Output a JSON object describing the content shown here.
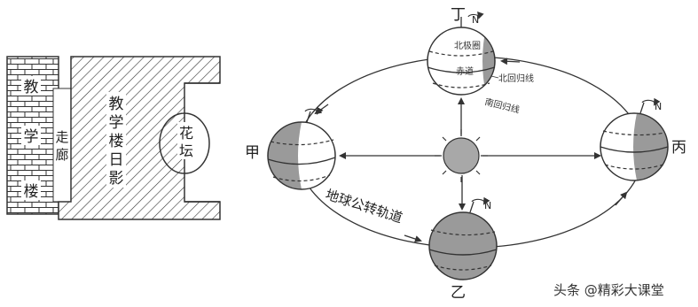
{
  "left_diagram": {
    "building_chars": [
      "教",
      "学",
      "楼"
    ],
    "corridor_chars": [
      "走",
      "廊"
    ],
    "shadow_chars": [
      "教",
      "学",
      "楼",
      "日",
      "影"
    ],
    "garden_chars": [
      "花",
      "坛"
    ]
  },
  "right_diagram": {
    "positions": {
      "top": "丁",
      "left": "甲",
      "right": "丙",
      "bottom": "乙"
    },
    "orbit_label": "地球公转轨道",
    "axis_symbol": "N",
    "globe_labels": {
      "arctic_circle": "北极圈",
      "equator": "赤道",
      "tropic_of_cancer": "北回归线",
      "tropic_of_capricorn": "南回归线"
    }
  },
  "watermark": "头条 @精彩大课堂",
  "colors": {
    "line": "#333333",
    "night": "#9a9a9a",
    "sun": "#a8a8a8",
    "background": "#ffffff"
  }
}
